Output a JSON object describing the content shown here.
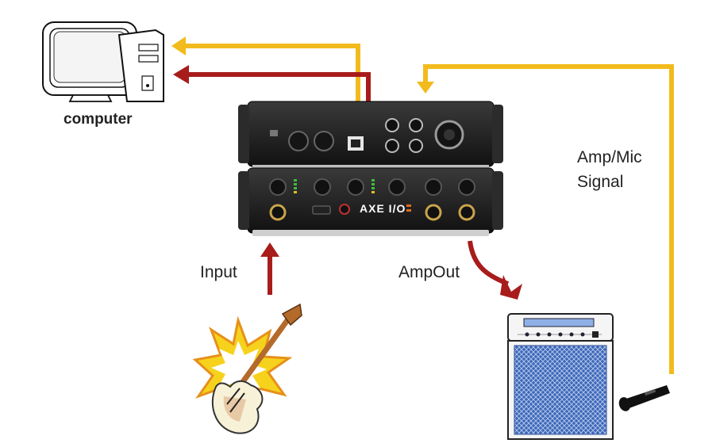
{
  "labels": {
    "computer": "computer",
    "input": "Input",
    "amp_out": "AmpOut",
    "amp_mic_line1": "Amp/Mic",
    "amp_mic_line2": "Signal"
  },
  "interface": {
    "brand": "AXE I/O"
  },
  "colors": {
    "yellow_line": "#f2bb1d",
    "red_line": "#a81c1c",
    "device_body": "#222222",
    "speaker_grille": "#5b7fc4"
  },
  "icons": {
    "computer": "computer-icon",
    "guitar": "guitar-icon",
    "amplifier": "amplifier-icon",
    "microphone": "microphone-icon",
    "audio_interface": "audio-interface-icon"
  }
}
